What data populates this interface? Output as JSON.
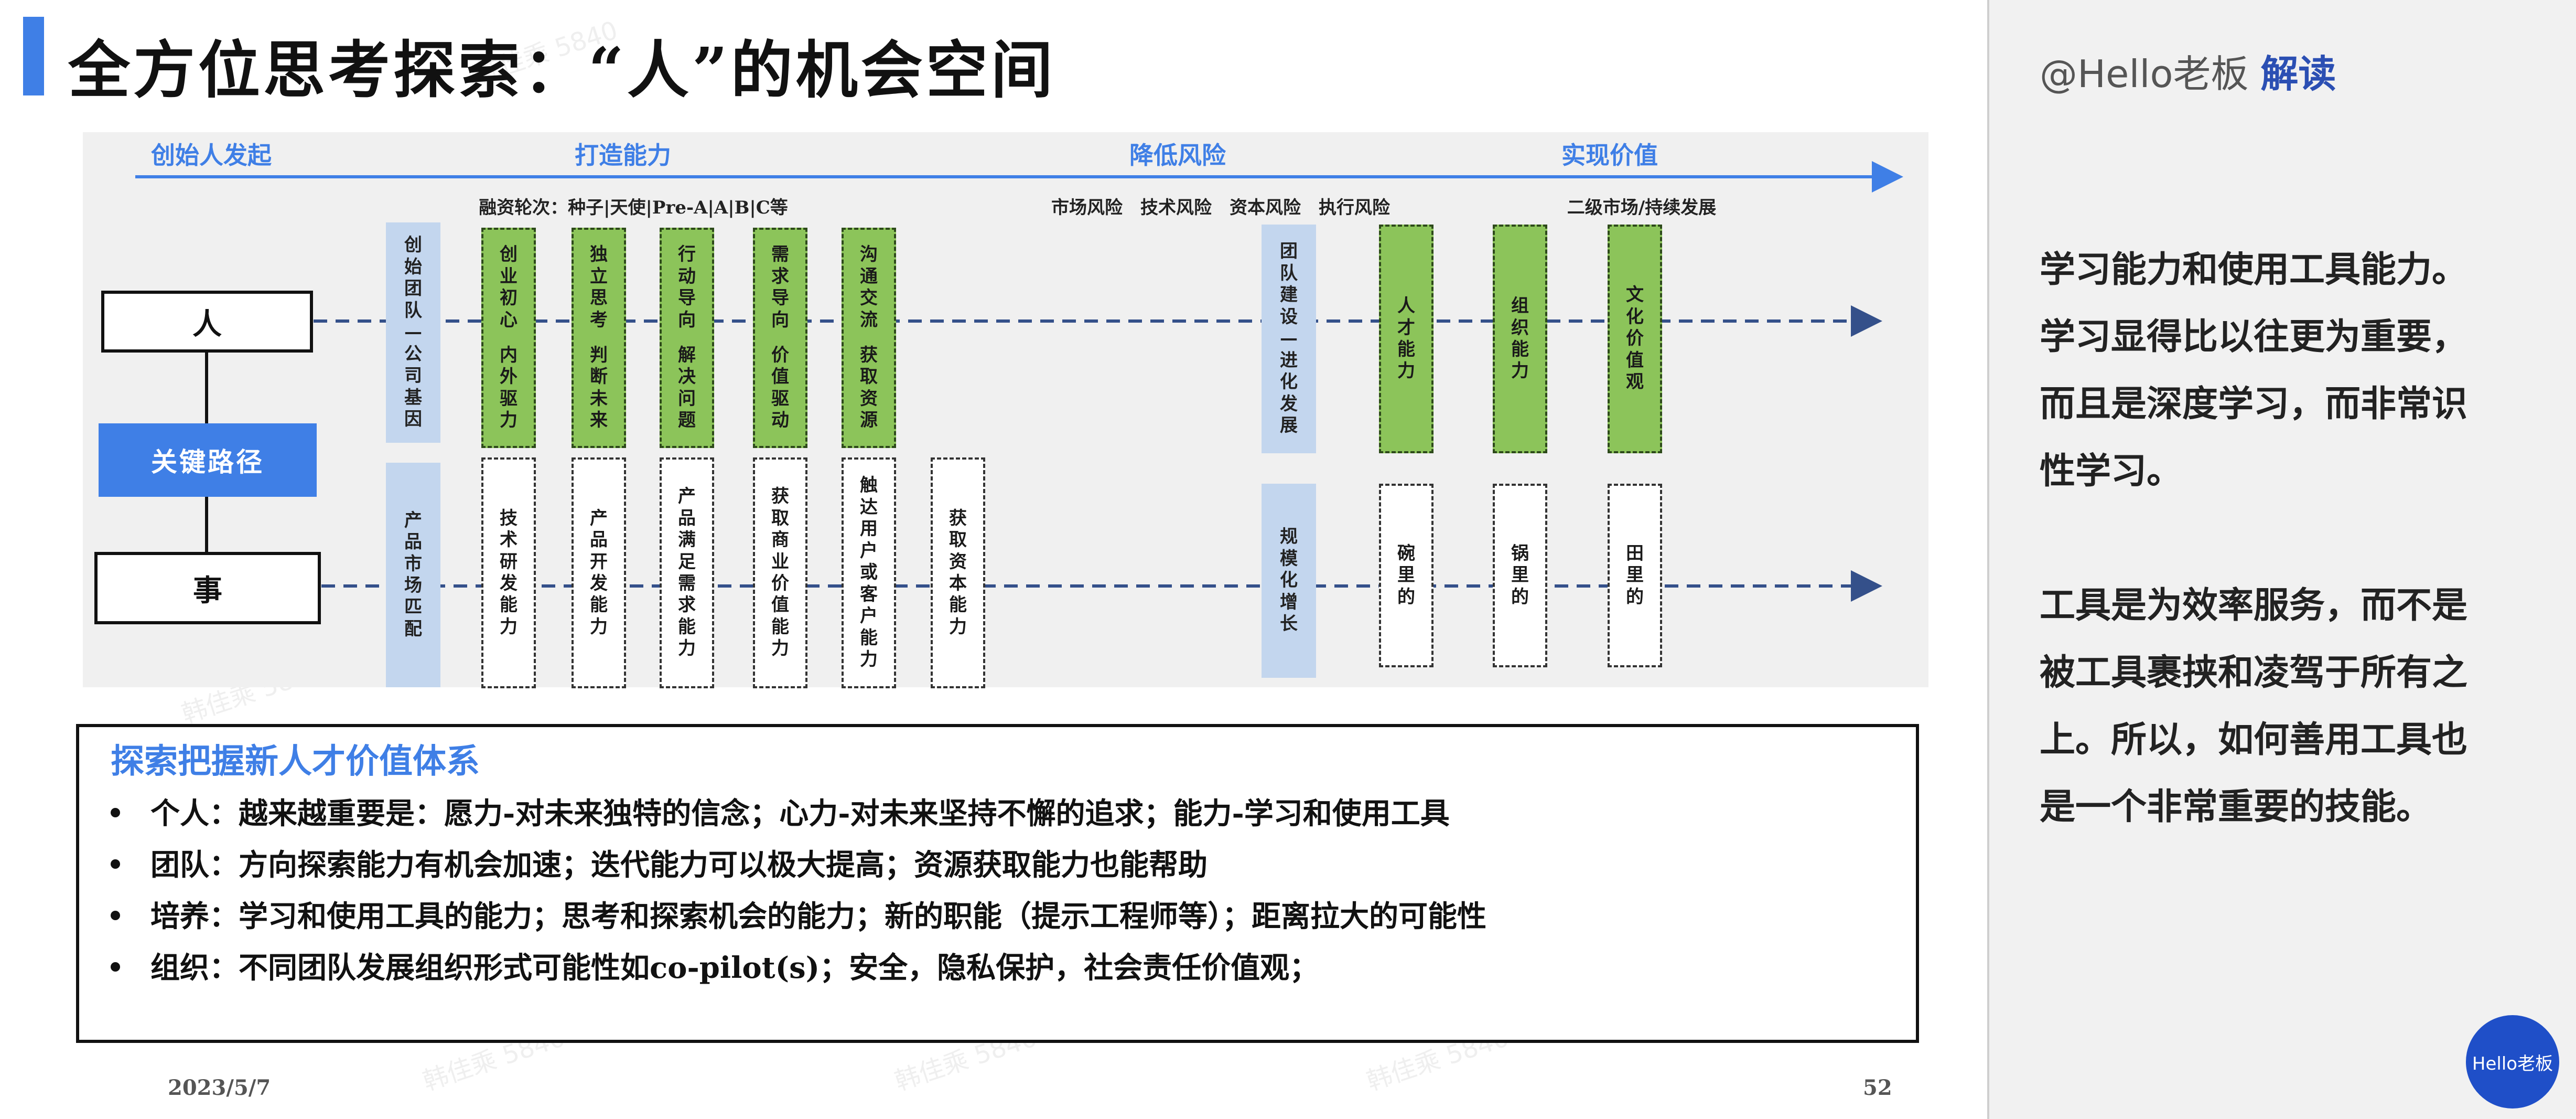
{
  "title": "全方位思考探索：“人”的机会空间",
  "phases": {
    "founder": "创始人发起",
    "build": "打造能力",
    "risk": "降低风险",
    "value": "实现价值"
  },
  "sub_labels": {
    "funding": "融资轮次：种子|天使|Pre-A|A|B|C等",
    "risks": "市场风险　技术风险　资本风险　执行风险",
    "market": "二级市场/持续发展"
  },
  "nodes": {
    "person": "人",
    "key_path": "关键路径",
    "thing": "事"
  },
  "columns": [
    {
      "text": "创始团队—公司基因",
      "style": "lblue"
    },
    {
      "text": "产品市场匹配",
      "style": "lblue"
    },
    {
      "text": "创业初心 内外驱力",
      "style": "green"
    },
    {
      "text": "技术研发能力",
      "style": "white"
    },
    {
      "text": "独立思考 判断未来",
      "style": "green"
    },
    {
      "text": "产品开发能力",
      "style": "white"
    },
    {
      "text": "行动导向 解决问题",
      "style": "green"
    },
    {
      "text": "产品满足需求能力",
      "style": "white"
    },
    {
      "text": "需求导向 价值驱动",
      "style": "green"
    },
    {
      "text": "获取商业价值能力",
      "style": "white"
    },
    {
      "text": "沟通交流 获取资源",
      "style": "green"
    },
    {
      "text": "触达用户或客户能力",
      "style": "white"
    },
    {
      "text": "获取资本能力",
      "style": "white"
    },
    {
      "text": "团队建设—进化发展",
      "style": "lblue"
    },
    {
      "text": "规模化增长",
      "style": "lblue"
    },
    {
      "text": "人才能力",
      "style": "green"
    },
    {
      "text": "碗里的",
      "style": "white"
    },
    {
      "text": "组织能力",
      "style": "green"
    },
    {
      "text": "锅里的",
      "style": "white"
    },
    {
      "text": "文化价值观",
      "style": "green"
    },
    {
      "text": "田里的",
      "style": "white"
    }
  ],
  "explore": {
    "title": "探索把握新人才价值体系",
    "bullets": [
      "个人：越来越重要是：愿力-对未来独特的信念；心力-对未来坚持不懈的追求；能力-学习和使用工具",
      "团队：方向探索能力有机会加速；迭代能力可以极大提高；资源获取能力也能帮助",
      "培养：学习和使用工具的能力；思考和探索机会的能力；新的职能（提示工程师等）；距离拉大的可能性",
      "组织：不同团队发展组织形式可能性如co-pilot(s)；安全，隐私保护，社会责任价值观；"
    ]
  },
  "footer": {
    "date": "2023/5/7",
    "page": "52"
  },
  "watermark_text": "韩佳乘 5840",
  "side": {
    "author": "@Hello老板",
    "tag": "解读",
    "para1": [
      "学习能力和使用工具能力。",
      "学习显得比以往更为重要，",
      "而且是深度学习，而非常识",
      "性学习。"
    ],
    "para2": [
      "工具是为效率服务，而不是",
      "被工具裹挟和凌驾于所有之",
      "上。所以，如何善用工具也",
      "是一个非常重要的技能。"
    ],
    "badge": "Hello老板"
  },
  "colors": {
    "accent": "#3f7fe6",
    "green": "#8cc45a",
    "light_blue": "#c3d6ee",
    "side_tag": "#2b4fb3",
    "badge": "#1f4fc8"
  }
}
